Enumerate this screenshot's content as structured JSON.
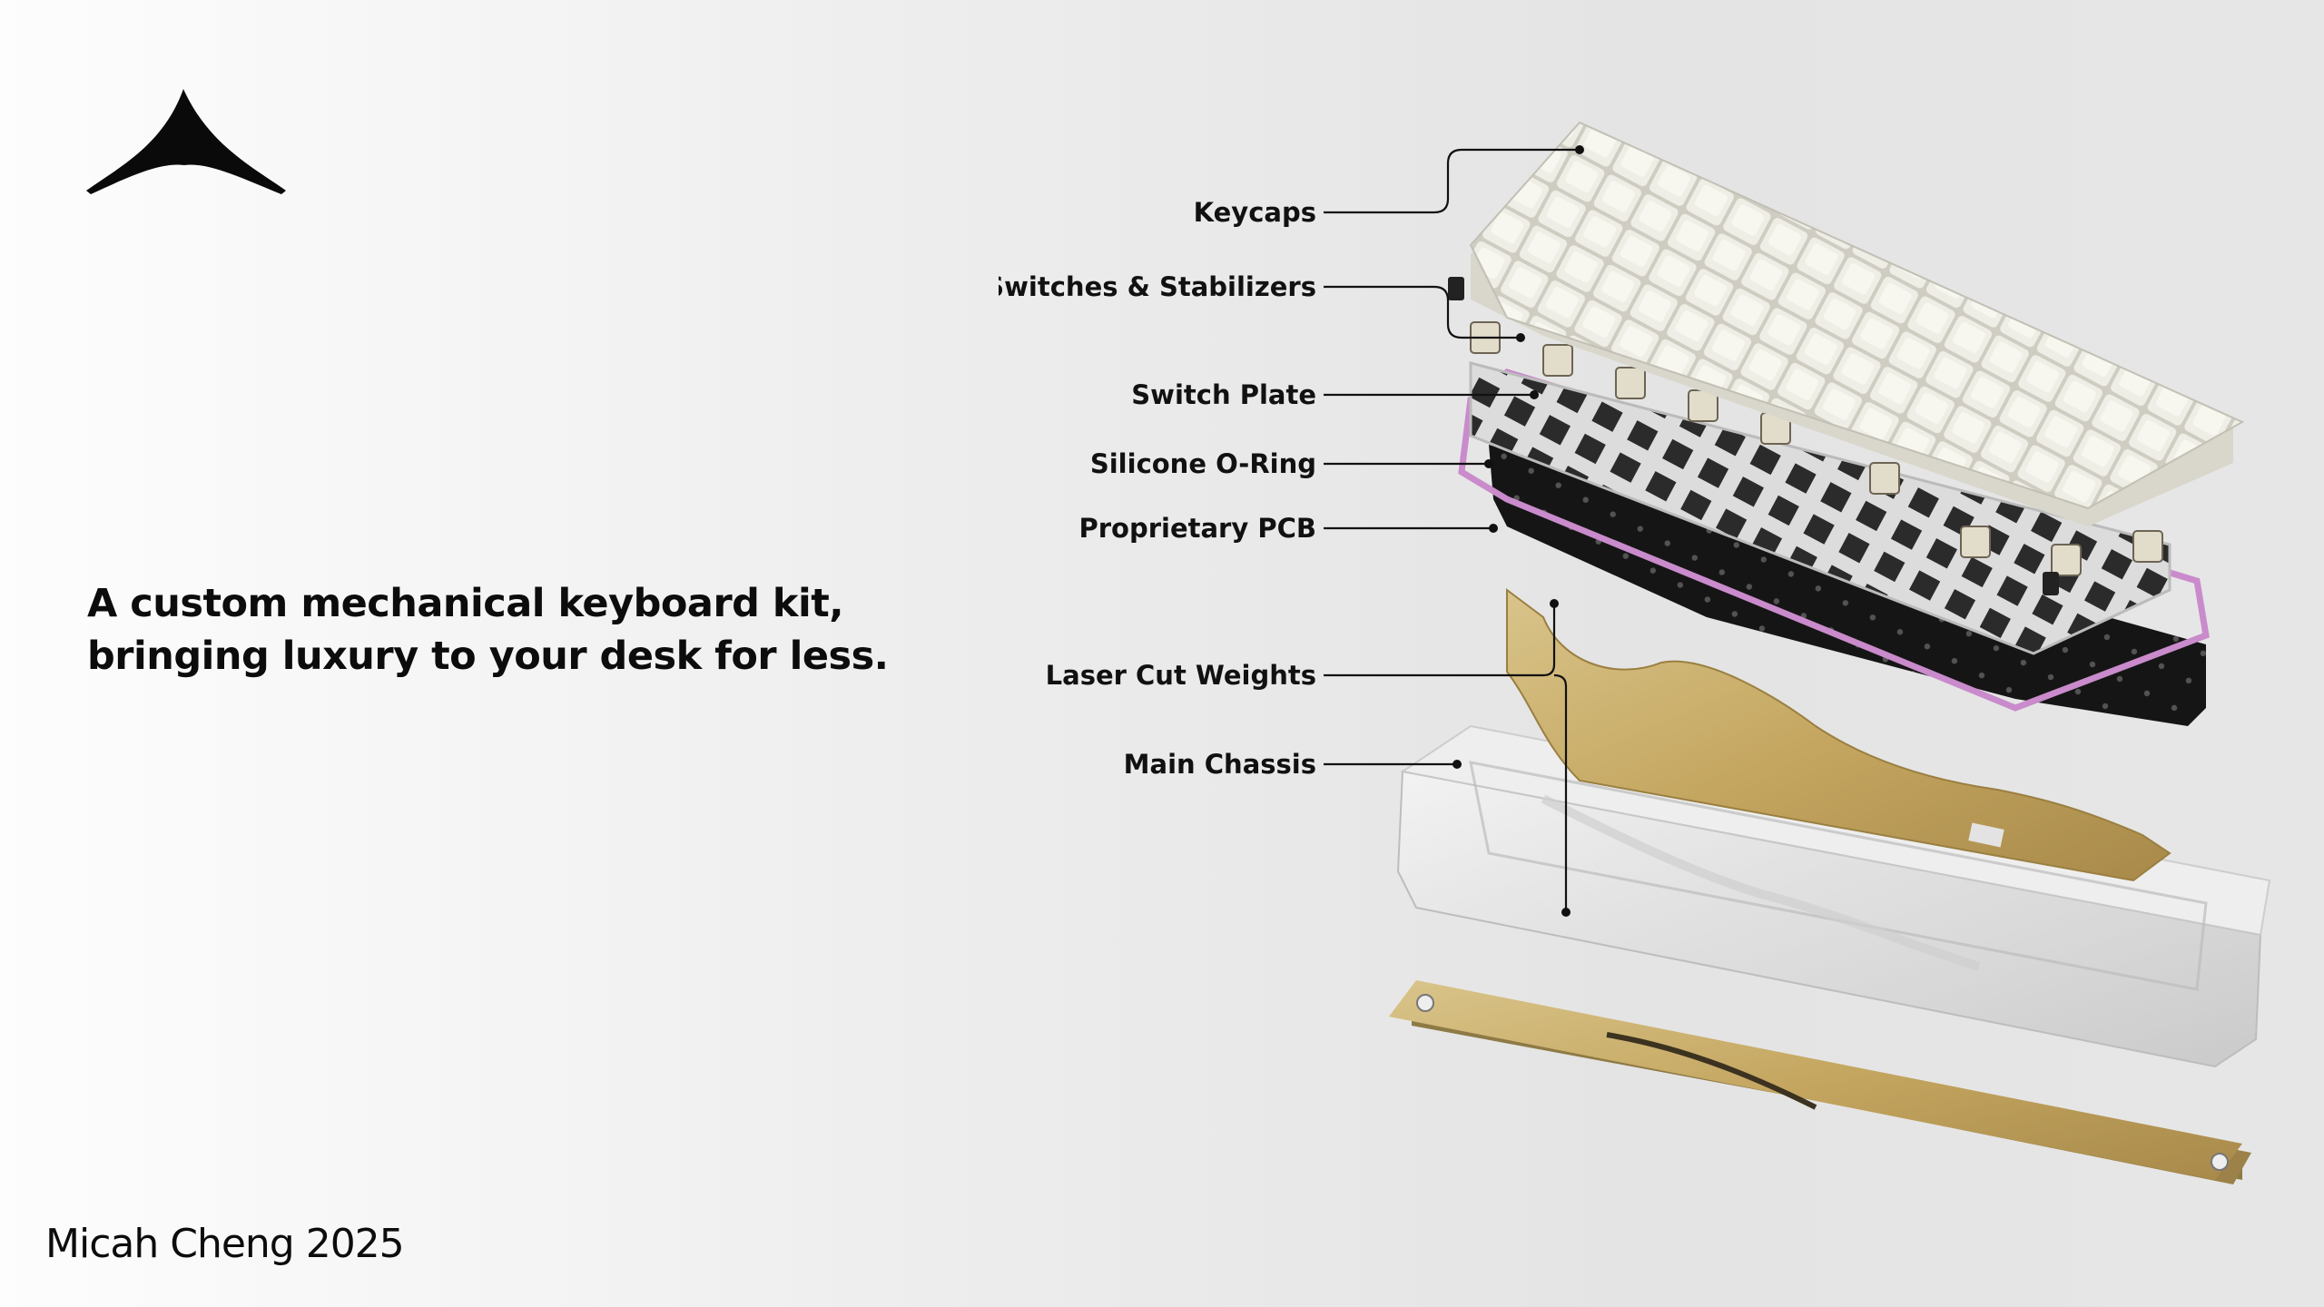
{
  "brand": {
    "logo_icon": "arch-peak-logo-icon"
  },
  "tagline": {
    "line1": "A custom mechanical keyboard kit,",
    "line2": "bringing luxury to your desk for less."
  },
  "credit": "Micah Cheng 2025",
  "components": [
    {
      "label": "Keycaps"
    },
    {
      "label": "Switches & Stabilizers"
    },
    {
      "label": "Switch Plate"
    },
    {
      "label": "Silicone O-Ring"
    },
    {
      "label": "Proprietary PCB"
    },
    {
      "label": "Laser Cut Weights"
    },
    {
      "label": "Main Chassis"
    }
  ],
  "colors": {
    "oring": "#c98bcb",
    "brass": "#c9b06c",
    "pcb": "#151515",
    "keycap": "#ecebe2",
    "plate": "#d8d8d8"
  }
}
